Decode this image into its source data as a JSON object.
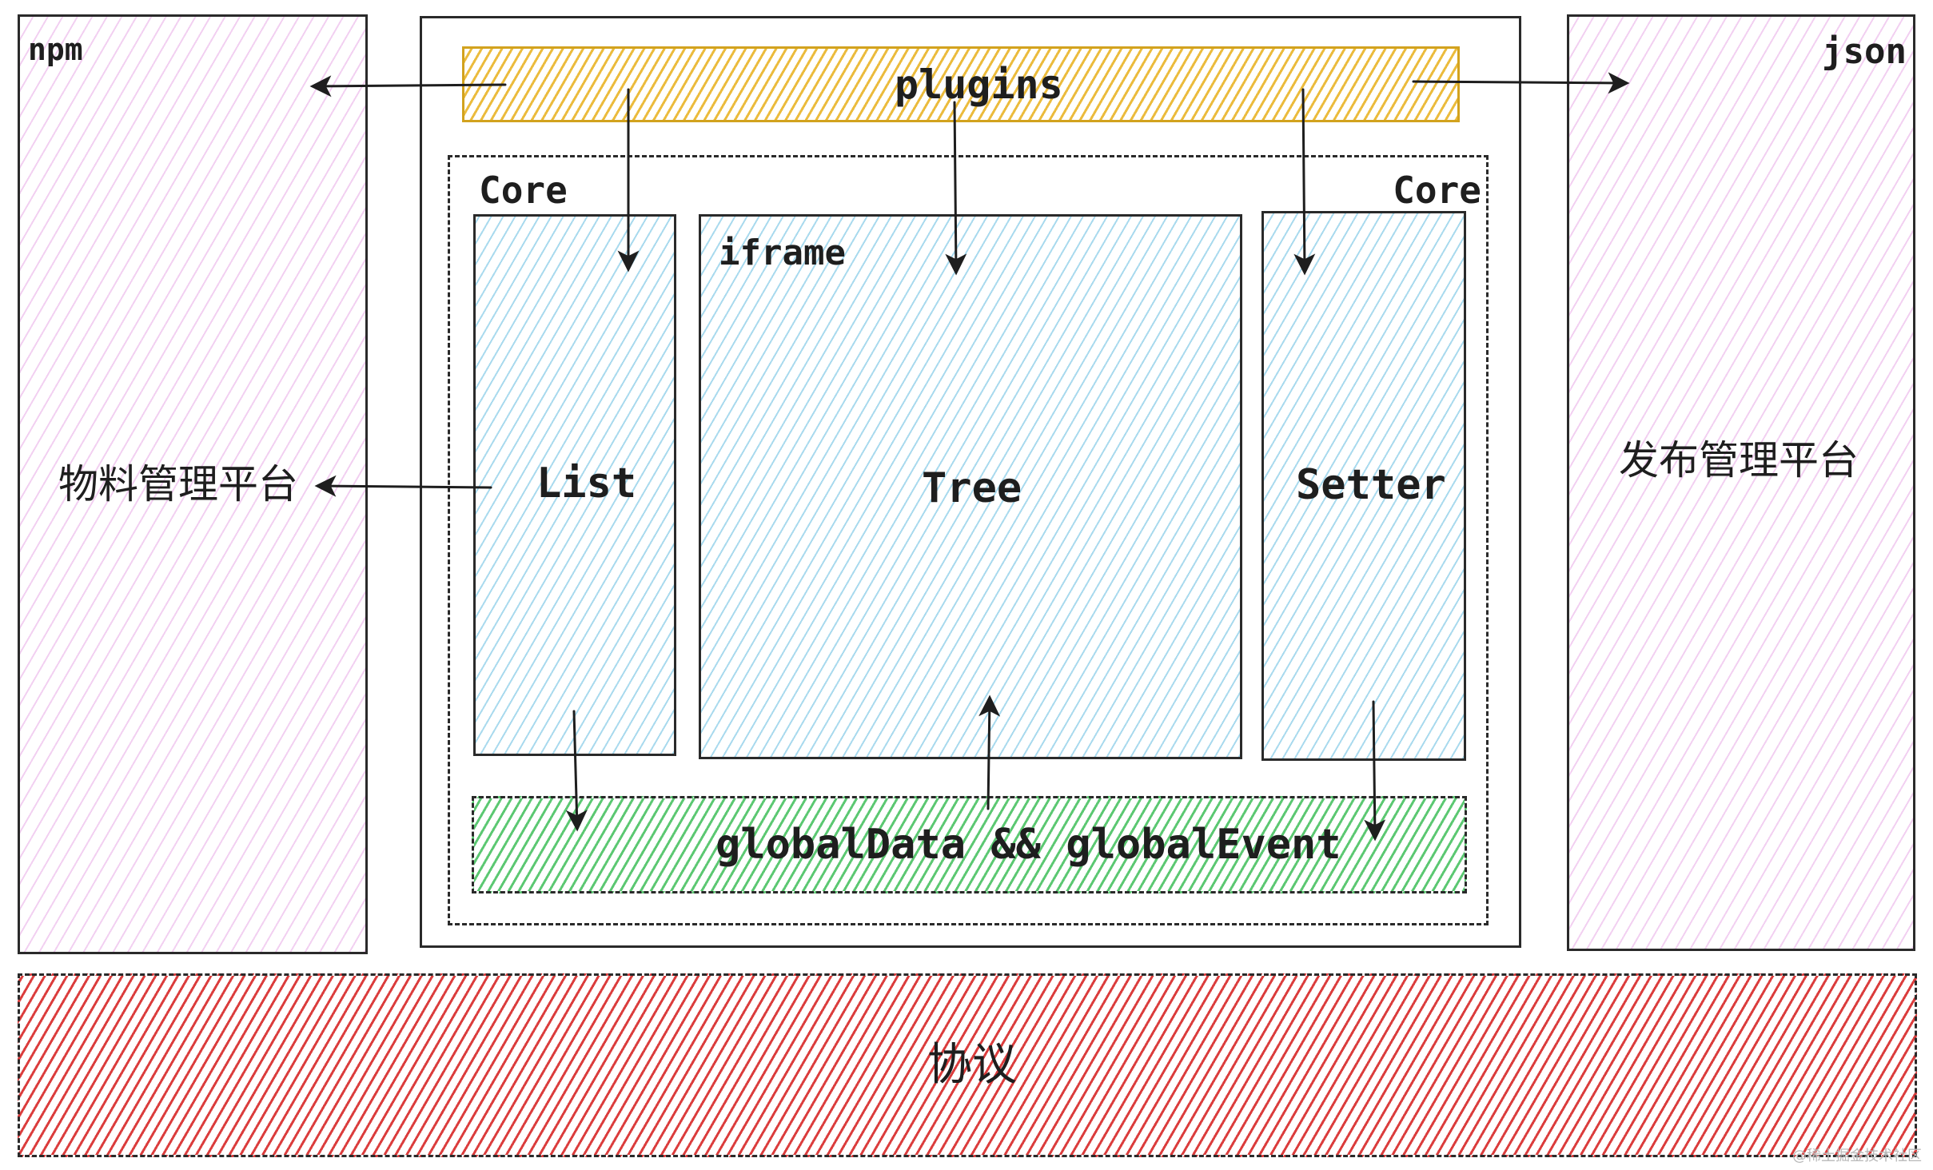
{
  "left_panel": {
    "corner_label": "npm",
    "title": "物料管理平台"
  },
  "right_panel": {
    "corner_label": "json",
    "title": "发布管理平台"
  },
  "plugins_bar": {
    "label": "plugins"
  },
  "core_area": {
    "left_label": "Core",
    "right_label": "Core"
  },
  "list_panel": {
    "label": "List"
  },
  "iframe_panel": {
    "corner_label": "iframe",
    "label": "Tree"
  },
  "setter_panel": {
    "label": "Setter"
  },
  "global_bar": {
    "label": "globalData && globalEvent"
  },
  "protocol_bar": {
    "label": "协议"
  },
  "watermark": {
    "text": "@稀土掘金技术社区"
  },
  "colors": {
    "pink": "#e8aae6",
    "blue": "#8ccde8",
    "yellow": "#e9b428",
    "green": "#40be5a",
    "red": "#d72828",
    "stroke": "#2a2a2a"
  }
}
